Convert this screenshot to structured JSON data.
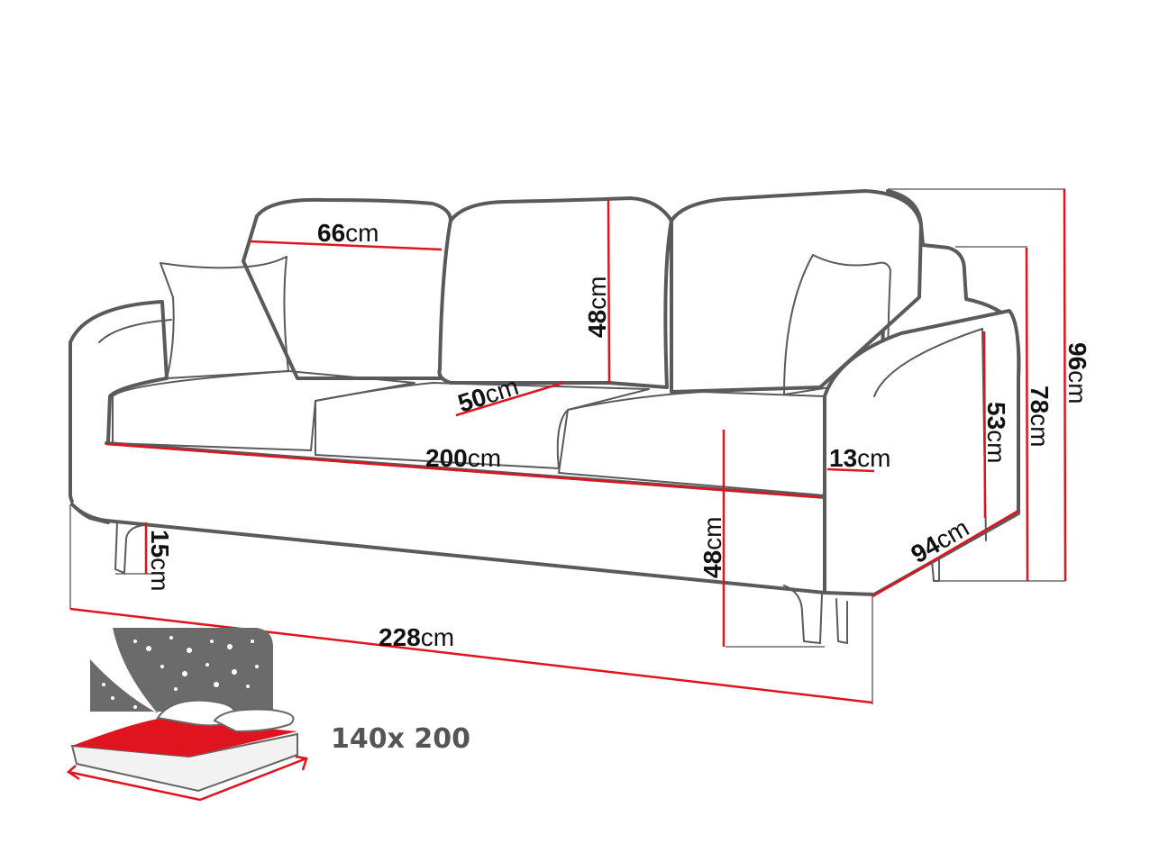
{
  "diagram": {
    "subject": "three-seat sofa bed",
    "colors": {
      "outline": "#5a5a5a",
      "dimension_line": "#e0141e",
      "label_text": "#111111",
      "bed_surface": "#e0141e",
      "night_sky": "#6b6b6b"
    },
    "dimensions": {
      "backrest_cushion_width": {
        "value": "66",
        "unit": "cm"
      },
      "backrest_cushion_height": {
        "value": "48",
        "unit": "cm"
      },
      "seat_depth": {
        "value": "50",
        "unit": "cm"
      },
      "seat_width": {
        "value": "200",
        "unit": "cm"
      },
      "armrest_width": {
        "value": "13",
        "unit": "cm"
      },
      "seat_height": {
        "value": "48",
        "unit": "cm"
      },
      "leg_height": {
        "value": "15",
        "unit": "cm"
      },
      "total_width": {
        "value": "228",
        "unit": "cm"
      },
      "total_depth": {
        "value": "94",
        "unit": "cm"
      },
      "armrest_height": {
        "value": "53",
        "unit": "cm"
      },
      "side_height": {
        "value": "78",
        "unit": "cm"
      },
      "total_height": {
        "value": "96",
        "unit": "cm"
      }
    },
    "bed": {
      "icon": "sleeping-bed-icon",
      "size_label": "140x 200"
    }
  }
}
